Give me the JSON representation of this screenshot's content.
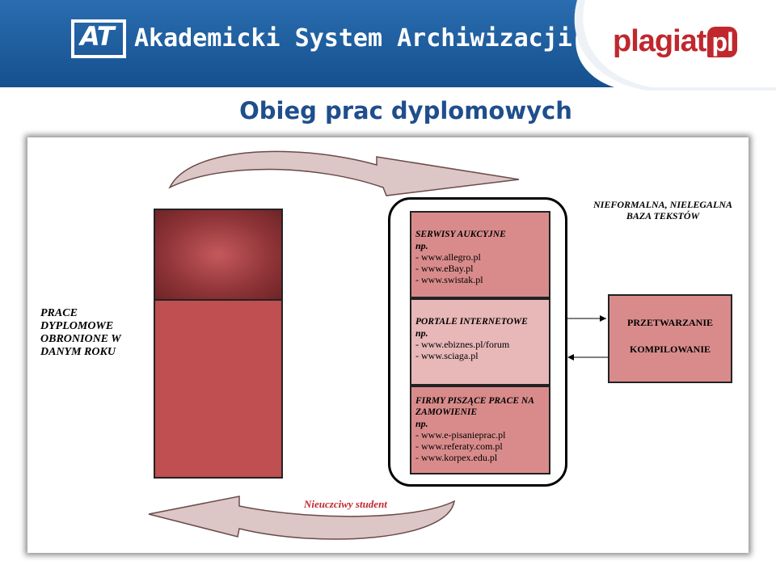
{
  "header": {
    "logo_text": "AT",
    "app_title": "Akademicki System Archiwizacji Prac",
    "brand_main": "plagiat",
    "brand_suffix": "pl",
    "colors": {
      "band": "#1d5fa0",
      "brand_red": "#c0282e"
    }
  },
  "page_title": "Obieg prac dyplomowych",
  "diagram": {
    "left_label": "PRACE DYPLOMOWE OBRONIONE W DANYM ROKU",
    "right_label": "NIEFORMALNA,  NIELEGALNA BAZA TEKSTÓW",
    "cards": [
      {
        "title": "SERWISY AUKCYJNE",
        "np": "np.",
        "items": [
          "-  www.allegro.pl",
          "- www.eBay.pl",
          "- www.swistak.pl"
        ]
      },
      {
        "title": "PORTALE INTERNETOWE",
        "np": "np.",
        "items": [
          "-  www.ebiznes.pl/forum",
          "- www.sciaga.pl"
        ]
      },
      {
        "title": "FIRMY PISZĄCE PRACE NA ZAMOWIENIE",
        "np": "np.",
        "items": [
          "- www.e-pisanieprac.pl",
          "- www.referaty.com.pl",
          "- www.korpex.edu.pl"
        ]
      }
    ],
    "process": {
      "line1": "PRZETWARZANIE",
      "line2": "KOMPILOWANIE"
    },
    "student_label": "Nieuczciwy student",
    "colors": {
      "card": "#d98b8b",
      "card_light": "#e8b7b7",
      "stack": "#bf4f50",
      "arrow_fill": "#dcc6c6"
    }
  }
}
